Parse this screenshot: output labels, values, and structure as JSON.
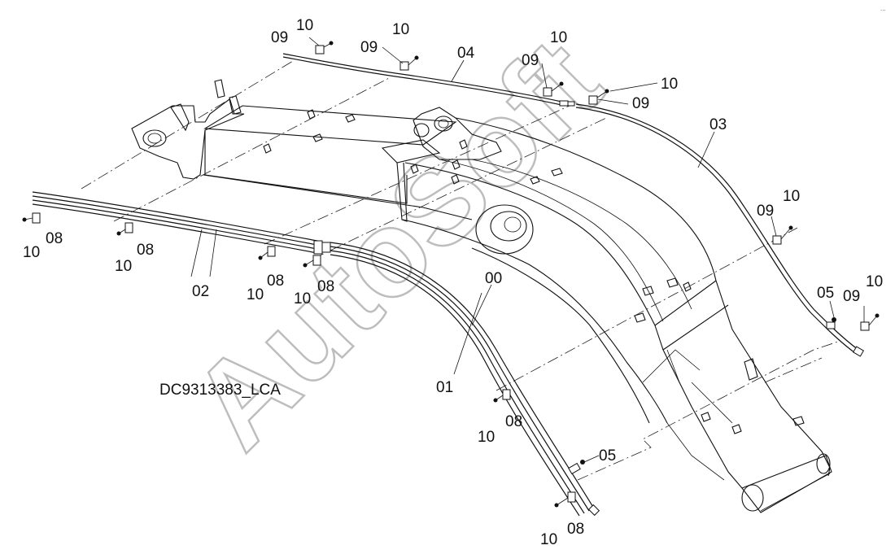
{
  "drawing": {
    "code_label": "DC9313383_LCA",
    "watermark": "AutoSoft",
    "corner_mark": "..."
  },
  "callouts": {
    "p00": "00",
    "p01": "01",
    "p02": "02",
    "p03": "03",
    "p04": "04",
    "p05": "05",
    "p08": "08",
    "p09": "09",
    "p10": "10"
  }
}
